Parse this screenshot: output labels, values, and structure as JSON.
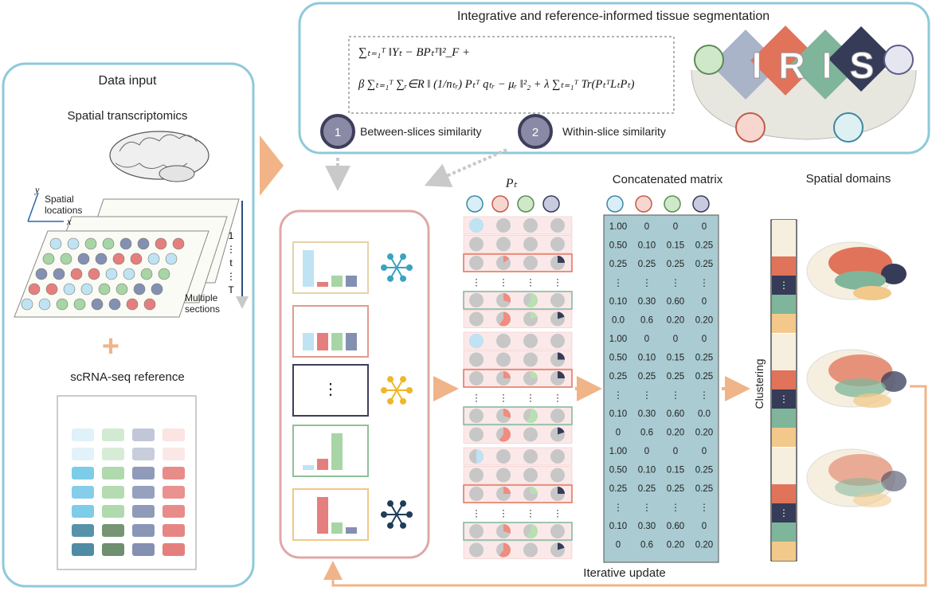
{
  "data_input": {
    "title": "Data input",
    "spatial_title": "Spatial transcriptomics",
    "spatial_locations": "Spatial\nlocations",
    "axis_x": "x",
    "axis_y": "y",
    "slice_index": [
      "1",
      "⋮",
      "t",
      "⋮",
      "T"
    ],
    "multiple_sections": "Multiple\nsections",
    "plus": "+",
    "scrna_title": "scRNA-seq reference",
    "colors": {
      "light_blue": "#bfe3f3",
      "blue": "#6fc6e6",
      "green": "#a7d5a5",
      "darkgreen": "#6f8f6e",
      "purple": "#8490b1",
      "red": "#e57f7d",
      "pink": "#f7c9c6",
      "teal": "#4f8ca3"
    }
  },
  "top_panel": {
    "title": "Integrative and reference-informed tissue segmentation",
    "formula_line1": "∑ₜ₌₁ᵀ ‖Yₜ − BPₜᵀ‖²_F +",
    "formula_line2": "β ∑ₜ₌₁ᵀ ∑ᵣ∈R ‖ (1/nₜᵣ) Pₜᵀ qₜᵣ − μᵣ ‖²₂ + λ ∑ₜ₌₁ᵀ Tr(PₜᵀLₜPₜ)",
    "badge1": "1",
    "step1": "Between-slices similarity",
    "badge2": "2",
    "step2": "Within-slice similarity",
    "logo_letters": [
      "I",
      "R",
      "I",
      "S"
    ]
  },
  "pt_label": "Pₜ",
  "concat_title": "Concatenated matrix",
  "concat_rows": [
    [
      "1.00",
      "0",
      "0",
      "0"
    ],
    [
      "0.50",
      "0.10",
      "0.15",
      "0.25"
    ],
    [
      "0.25",
      "0.25",
      "0.25",
      "0.25"
    ],
    [
      "⋮",
      "⋮",
      "⋮",
      "⋮"
    ],
    [
      "0.10",
      "0.30",
      "0.60",
      "0"
    ],
    [
      "0.0",
      "0.6",
      "0.20",
      "0.20"
    ],
    [
      "1.00",
      "0",
      "0",
      "0"
    ],
    [
      "0.50",
      "0.10",
      "0.15",
      "0.25"
    ],
    [
      "0.25",
      "0.25",
      "0.25",
      "0.25"
    ],
    [
      "⋮",
      "⋮",
      "⋮",
      "⋮"
    ],
    [
      "0.10",
      "0.30",
      "0.60",
      "0.0"
    ],
    [
      "0",
      "0.6",
      "0.20",
      "0.20"
    ],
    [
      "1.00",
      "0",
      "0",
      "0"
    ],
    [
      "0.50",
      "0.10",
      "0.15",
      "0.25"
    ],
    [
      "0.25",
      "0.25",
      "0.25",
      "0.25"
    ],
    [
      "⋮",
      "⋮",
      "⋮",
      "⋮"
    ],
    [
      "0.10",
      "0.30",
      "0.60",
      "0"
    ],
    [
      "0",
      "0.6",
      "0.20",
      "0.20"
    ]
  ],
  "pie_fractions": [
    [
      1,
      0,
      0,
      0
    ],
    [
      0,
      0,
      0,
      0
    ],
    [
      0,
      0.15,
      0,
      0.25
    ],
    [
      "dots"
    ],
    [
      0,
      0.3,
      0.6,
      0
    ],
    [
      0,
      0.6,
      0.2,
      0.2
    ],
    [
      1,
      0,
      0,
      0
    ],
    [
      0,
      0,
      0,
      0.25
    ],
    [
      0,
      0.25,
      0.25,
      0.25
    ],
    [
      "dots"
    ],
    [
      0,
      0.3,
      0.6,
      0
    ],
    [
      0,
      0.6,
      0,
      0.2
    ],
    [
      0.5,
      0,
      0,
      0
    ],
    [
      0,
      0,
      0,
      0
    ],
    [
      0,
      0.25,
      0.25,
      0.25
    ],
    [
      "dots"
    ],
    [
      0,
      0.3,
      0.6,
      0
    ],
    [
      0,
      0.6,
      0,
      0.2
    ]
  ],
  "weight_box_dots": "⋮",
  "clustering_label": "Clustering",
  "spatial_domains_title": "Spatial domains",
  "iterative_update": "Iterative update",
  "domain_colors": [
    "#f6efdf",
    "#e0735a",
    "#363b58",
    "#7fb59a",
    "#f2c98a"
  ]
}
